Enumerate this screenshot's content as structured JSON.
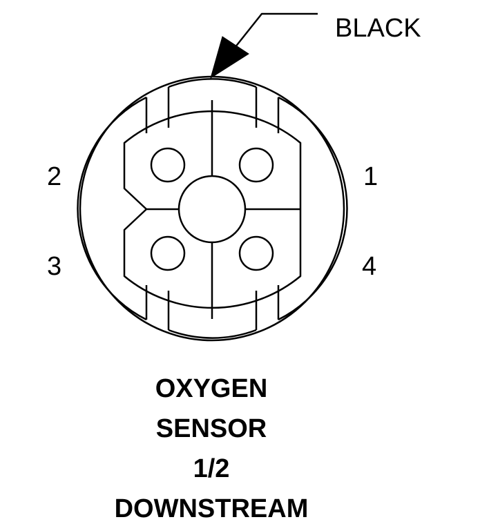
{
  "callout": {
    "label": "BLACK"
  },
  "pins": {
    "pin_1": "1",
    "pin_2": "2",
    "pin_3": "3",
    "pin_4": "4"
  },
  "title": {
    "line_1": "OXYGEN",
    "line_2": "SENSOR",
    "line_3": "1/2",
    "line_4": "DOWNSTREAM"
  },
  "colors": {
    "line": "#000000",
    "background": "#ffffff"
  }
}
